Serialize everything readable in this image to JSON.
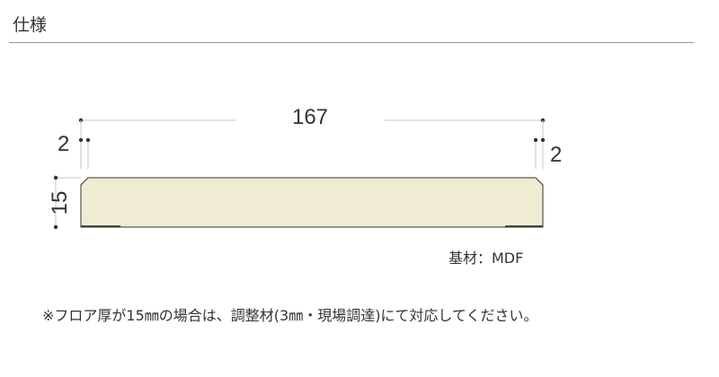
{
  "header": {
    "title": "仕様"
  },
  "diagram": {
    "width_label": "167",
    "left_bevel_label": "2",
    "right_bevel_label": "2",
    "thickness_label": "15",
    "board_fill": "#efecd3",
    "board_stroke": "#333333",
    "material_label": "基材：MDF"
  },
  "footer": {
    "note": "※フロア厚が15㎜の場合は、調整材(3㎜・現場調達)にて対応してください。"
  }
}
